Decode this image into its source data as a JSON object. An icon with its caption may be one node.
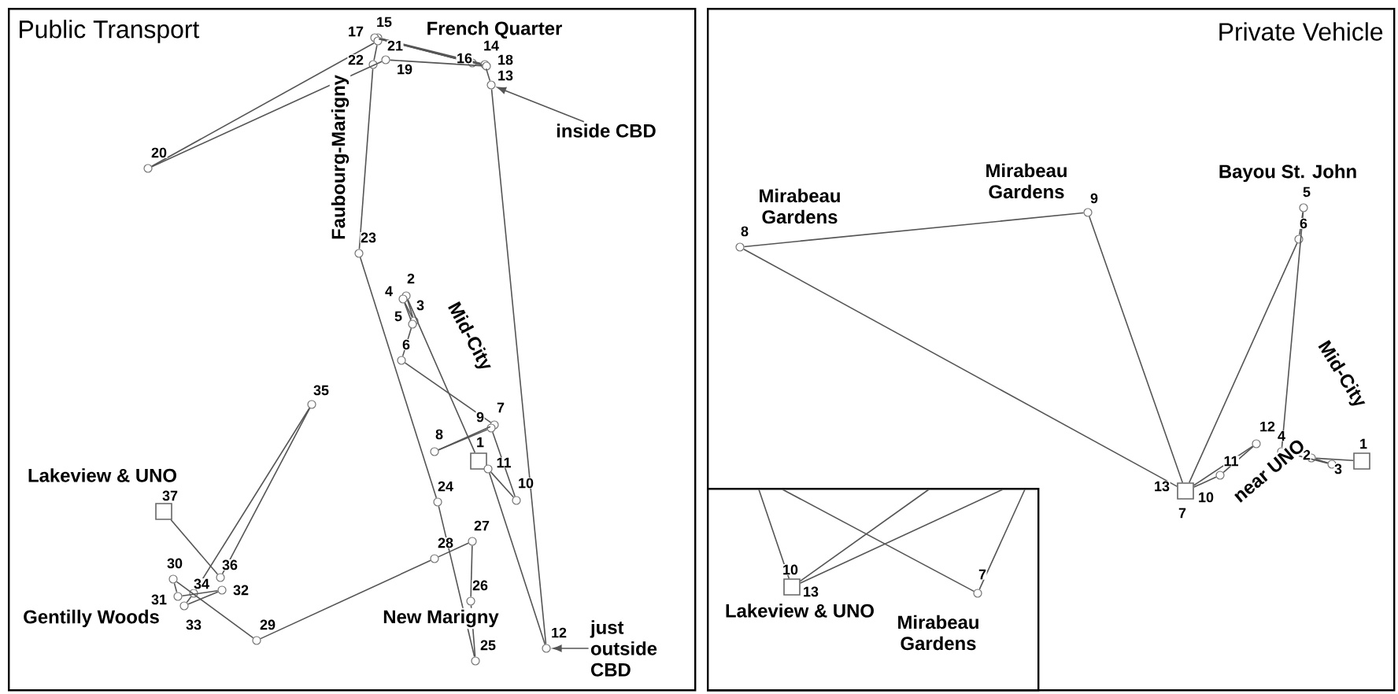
{
  "diagram": {
    "nodes": [
      {
        "text": [
          "Public Transport"
        ]
      },
      {
        "text": [],
        "shape": "square",
        "beside": [
          "1"
        ],
        "in": 0
      },
      {
        "text": [],
        "shape": "circle",
        "beside": [
          "2"
        ],
        "in": 0
      },
      {
        "text": [],
        "shape": "circle",
        "beside": [
          "3"
        ],
        "in": 0
      },
      {
        "text": [],
        "shape": "circle",
        "beside": [
          "4"
        ],
        "in": 0
      },
      {
        "text": [],
        "shape": "circle",
        "beside": [
          "5"
        ],
        "in": 0
      },
      {
        "text": [],
        "shape": "circle",
        "beside": [
          "6"
        ],
        "in": 0
      },
      {
        "text": [],
        "shape": "circle",
        "beside": [
          "7"
        ],
        "in": 0
      },
      {
        "text": [],
        "shape": "circle",
        "beside": [
          "8"
        ],
        "in": 0
      },
      {
        "text": [],
        "shape": "circle",
        "beside": [
          "9"
        ],
        "in": 0
      },
      {
        "text": [],
        "shape": "circle",
        "beside": [
          "10"
        ],
        "in": 0
      },
      {
        "text": [],
        "shape": "circle",
        "beside": [
          "11"
        ],
        "in": 0
      },
      {
        "text": [],
        "shape": "circle",
        "beside": [
          "12"
        ],
        "in": 0
      },
      {
        "text": [],
        "shape": "circle",
        "beside": [
          "13"
        ],
        "in": 0
      },
      {
        "text": [],
        "shape": "circle",
        "beside": [
          "14"
        ],
        "in": 0
      },
      {
        "text": [],
        "shape": "circle",
        "beside": [
          "15"
        ],
        "in": 0
      },
      {
        "text": [],
        "shape": "circle",
        "beside": [
          "16"
        ],
        "in": 0
      },
      {
        "text": [],
        "shape": "circle",
        "beside": [
          "17"
        ],
        "in": 0
      },
      {
        "text": [],
        "shape": "circle",
        "beside": [
          "18"
        ],
        "in": 0
      },
      {
        "text": [],
        "shape": "circle",
        "beside": [
          "19"
        ],
        "in": 0
      },
      {
        "text": [],
        "shape": "circle",
        "beside": [
          "20"
        ],
        "in": 0
      },
      {
        "text": [],
        "shape": "circle",
        "beside": [
          "21"
        ],
        "in": 0
      },
      {
        "text": [],
        "shape": "circle",
        "beside": [
          "22"
        ],
        "in": 0
      },
      {
        "text": [],
        "shape": "circle",
        "beside": [
          "23"
        ],
        "in": 0
      },
      {
        "text": [],
        "shape": "circle",
        "beside": [
          "24"
        ],
        "in": 0
      },
      {
        "text": [],
        "shape": "circle",
        "beside": [
          "25"
        ],
        "in": 0
      },
      {
        "text": [],
        "shape": "circle",
        "beside": [
          "26"
        ],
        "in": 0
      },
      {
        "text": [],
        "shape": "circle",
        "beside": [
          "27"
        ],
        "in": 0
      },
      {
        "text": [],
        "shape": "circle",
        "beside": [
          "28"
        ],
        "in": 0
      },
      {
        "text": [],
        "shape": "circle",
        "beside": [
          "29"
        ],
        "in": 0
      },
      {
        "text": [],
        "shape": "circle",
        "beside": [
          "30"
        ],
        "in": 0
      },
      {
        "text": [],
        "shape": "circle",
        "beside": [
          "31"
        ],
        "in": 0
      },
      {
        "text": [],
        "shape": "circle",
        "beside": [
          "32"
        ],
        "in": 0
      },
      {
        "text": [],
        "shape": "circle",
        "beside": [
          "33"
        ],
        "in": 0
      },
      {
        "text": [],
        "shape": "circle",
        "beside": [
          "34"
        ],
        "in": 0
      },
      {
        "text": [],
        "shape": "circle",
        "beside": [
          "35"
        ],
        "in": 0
      },
      {
        "text": [],
        "shape": "circle",
        "beside": [
          "36"
        ],
        "in": 0
      },
      {
        "text": [],
        "shape": "square",
        "beside": [
          "37"
        ],
        "in": 0
      },
      {
        "text": [
          "inside CBD"
        ],
        "in": 0
      },
      {
        "text": [
          "just outside CBD"
        ],
        "in": 0
      },
      {
        "text": [
          "Private Vehicle"
        ]
      },
      {
        "text": [],
        "shape": "square",
        "beside": [
          "1"
        ],
        "in": 40
      },
      {
        "text": [],
        "shape": "circle",
        "beside": [
          "2"
        ],
        "in": 40
      },
      {
        "text": [],
        "shape": "circle",
        "beside": [
          "3"
        ],
        "in": 40
      },
      {
        "text": [],
        "shape": "circle",
        "beside": [
          "4"
        ],
        "in": 40
      },
      {
        "text": [],
        "shape": "circle",
        "beside": [
          "5"
        ],
        "in": 40
      },
      {
        "text": [],
        "shape": "circle",
        "beside": [
          "6"
        ],
        "in": 40
      },
      {
        "text": [],
        "shape": "square",
        "beside": [
          "13",
          "7",
          "10"
        ],
        "in": 40
      },
      {
        "text": [],
        "shape": "circle",
        "beside": [
          "8"
        ],
        "in": 40
      },
      {
        "text": [],
        "shape": "circle",
        "beside": [
          "9"
        ],
        "in": 40
      },
      {
        "text": [],
        "shape": "circle",
        "beside": [
          "11"
        ],
        "in": 40
      },
      {
        "text": [],
        "shape": "circle",
        "beside": [
          "12"
        ],
        "in": 40
      },
      {
        "text": [],
        "shape": "box",
        "in": 40
      },
      {
        "text": [],
        "shape": "square",
        "beside": [
          "10",
          "13"
        ],
        "in": 52
      },
      {
        "text": [],
        "shape": "circle",
        "beside": [
          "7"
        ],
        "in": 52
      }
    ],
    "edges": [
      {
        "from": 1,
        "to": 2,
        "arrow": "none"
      },
      {
        "from": 2,
        "to": 3,
        "arrow": "none"
      },
      {
        "from": 3,
        "to": 4,
        "arrow": "none"
      },
      {
        "from": 4,
        "to": 5,
        "arrow": "none"
      },
      {
        "from": 5,
        "to": 6,
        "arrow": "none"
      },
      {
        "from": 6,
        "to": 7,
        "arrow": "none"
      },
      {
        "from": 7,
        "to": 8,
        "arrow": "none"
      },
      {
        "from": 8,
        "to": 9,
        "arrow": "none"
      },
      {
        "from": 9,
        "to": 10,
        "arrow": "none"
      },
      {
        "from": 10,
        "to": 11,
        "arrow": "none"
      },
      {
        "from": 11,
        "to": 12,
        "arrow": "none"
      },
      {
        "from": 12,
        "to": 13,
        "arrow": "none"
      },
      {
        "from": 13,
        "to": 14,
        "arrow": "none"
      },
      {
        "from": 14,
        "to": 15,
        "arrow": "none"
      },
      {
        "from": 15,
        "to": 16,
        "arrow": "none"
      },
      {
        "from": 16,
        "to": 17,
        "arrow": "none"
      },
      {
        "from": 17,
        "to": 18,
        "arrow": "none"
      },
      {
        "from": 18,
        "to": 19,
        "arrow": "none"
      },
      {
        "from": 19,
        "to": 20,
        "arrow": "none"
      },
      {
        "from": 20,
        "to": 21,
        "arrow": "none"
      },
      {
        "from": 21,
        "to": 22,
        "arrow": "none"
      },
      {
        "from": 22,
        "to": 23,
        "arrow": "none"
      },
      {
        "from": 23,
        "to": 24,
        "arrow": "none"
      },
      {
        "from": 24,
        "to": 25,
        "arrow": "none"
      },
      {
        "from": 25,
        "to": 26,
        "arrow": "none"
      },
      {
        "from": 26,
        "to": 27,
        "arrow": "none"
      },
      {
        "from": 27,
        "to": 28,
        "arrow": "none"
      },
      {
        "from": 28,
        "to": 29,
        "arrow": "none"
      },
      {
        "from": 29,
        "to": 30,
        "arrow": "none"
      },
      {
        "from": 30,
        "to": 31,
        "arrow": "none"
      },
      {
        "from": 31,
        "to": 32,
        "arrow": "none"
      },
      {
        "from": 32,
        "to": 33,
        "arrow": "none"
      },
      {
        "from": 33,
        "to": 34,
        "arrow": "none"
      },
      {
        "from": 34,
        "to": 35,
        "arrow": "none"
      },
      {
        "from": 35,
        "to": 36,
        "arrow": "none"
      },
      {
        "from": 36,
        "to": 37,
        "arrow": "none"
      },
      {
        "from": 38,
        "to": 13,
        "arrow": "to"
      },
      {
        "from": 39,
        "to": 12,
        "arrow": "to"
      },
      {
        "from": 41,
        "to": 42,
        "arrow": "none"
      },
      {
        "from": 42,
        "to": 43,
        "arrow": "none"
      },
      {
        "from": 43,
        "to": 44,
        "arrow": "none"
      },
      {
        "from": 44,
        "to": 45,
        "arrow": "none"
      },
      {
        "from": 45,
        "to": 46,
        "arrow": "none"
      },
      {
        "from": 46,
        "to": 47,
        "arrow": "none"
      },
      {
        "from": 47,
        "to": 48,
        "arrow": "none"
      },
      {
        "from": 48,
        "to": 49,
        "arrow": "none"
      },
      {
        "from": 49,
        "to": 47,
        "arrow": "none"
      },
      {
        "from": 47,
        "to": 50,
        "arrow": "none"
      },
      {
        "from": 50,
        "to": 51,
        "arrow": "none"
      },
      {
        "from": 51,
        "to": 47,
        "arrow": "none"
      },
      {
        "from": null,
        "to": 53,
        "arrow": "none"
      },
      {
        "from": null,
        "to": 53,
        "arrow": "none"
      },
      {
        "from": null,
        "to": 53,
        "arrow": "none"
      },
      {
        "from": null,
        "to": 54,
        "arrow": "none"
      },
      {
        "from": null,
        "to": 54,
        "arrow": "none"
      }
    ],
    "labels": [
      "French Quarter",
      "Faubourg-Marigny",
      "Mid-City",
      "Lakeview & UNO",
      "Gentilly Woods",
      "New Marigny",
      "Mirabeau Gardens",
      "Mirabeau Gardens",
      "Bayou St. John",
      "Mid-City",
      "near UNO",
      "Lakeview & UNO",
      "Mirabeau Gardens"
    ]
  }
}
